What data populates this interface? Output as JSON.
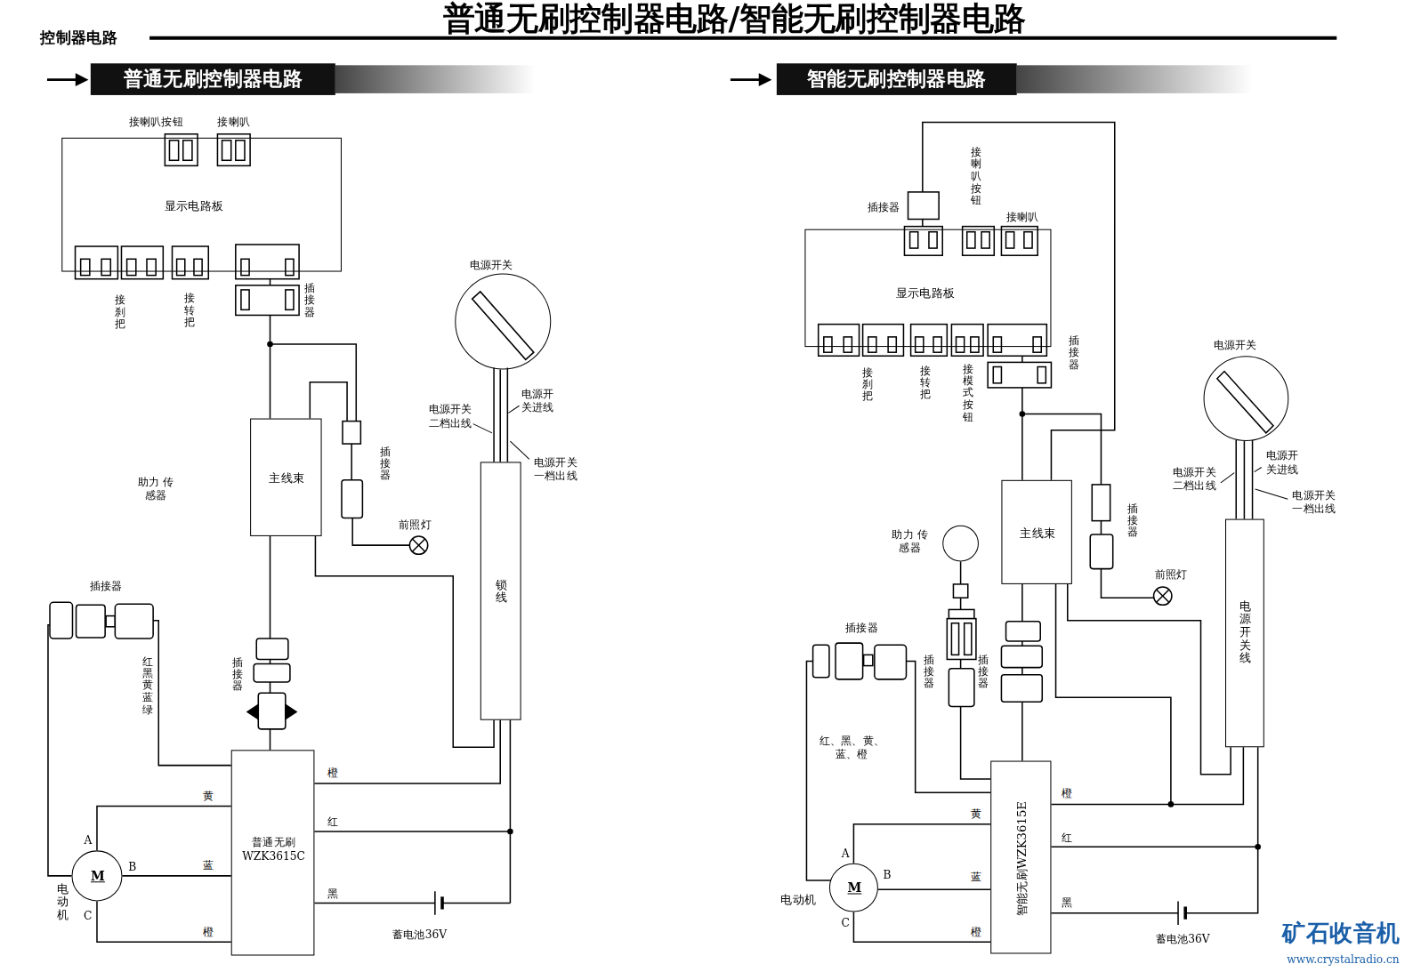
{
  "diagram": {
    "title": "普通无刷控制器电路/智能无刷控制器电路",
    "nodes": [
      {
        "text": [
          "普通无刷控制器电路"
        ]
      },
      {
        "text": [
          "显示电路板"
        ]
      },
      {
        "text": [
          "主线束"
        ]
      },
      {
        "text": [
          "电源开关"
        ]
      },
      {
        "text": [
          "锁线"
        ]
      },
      {
        "text": [
          "普通无刷 WZK3615C"
        ]
      },
      {
        "text": [
          "M",
          "电动机"
        ]
      },
      {
        "text": [
          "智能无刷控制器电路"
        ]
      },
      {
        "text": [
          "显示电路板"
        ]
      },
      {
        "text": [
          "主线束"
        ]
      },
      {
        "text": [
          "助力 传感器"
        ]
      },
      {
        "text": [
          "电源开关"
        ]
      },
      {
        "text": [
          "电源开关线"
        ]
      },
      {
        "text": [
          "智能无刷WZK3615E"
        ]
      },
      {
        "text": [
          "M",
          "电动机"
        ]
      }
    ],
    "edges": [
      {
        "from": 1,
        "to": 2,
        "arrow": "none"
      },
      {
        "from": 2,
        "to": 4,
        "arrow": "none"
      },
      {
        "from": 3,
        "to": 4,
        "arrow": "none"
      },
      {
        "from": 2,
        "to": 5,
        "arrow": "none"
      },
      {
        "from": 4,
        "to": 5,
        "label": "橙",
        "arrow": "none"
      },
      {
        "from": 6,
        "to": 5,
        "label": "黄",
        "arrow": "none"
      },
      {
        "from": 6,
        "to": 5,
        "label": "蓝",
        "arrow": "none"
      },
      {
        "from": 6,
        "to": 5,
        "label": "橙",
        "arrow": "none"
      },
      {
        "from": 8,
        "to": 9,
        "arrow": "none"
      },
      {
        "from": 11,
        "to": 12,
        "arrow": "none"
      },
      {
        "from": 9,
        "to": 12,
        "arrow": "none"
      },
      {
        "from": 9,
        "to": 13,
        "arrow": "none"
      },
      {
        "from": 12,
        "to": 13,
        "label": "橙",
        "arrow": "none"
      },
      {
        "from": 10,
        "to": 13,
        "arrow": "none"
      },
      {
        "from": 14,
        "to": 13,
        "label": "黄",
        "arrow": "none"
      },
      {
        "from": 14,
        "to": 13,
        "label": "蓝",
        "arrow": "none"
      },
      {
        "from": 14,
        "to": 13,
        "label": "橙",
        "arrow": "none"
      }
    ],
    "labels": [
      "控制器电路",
      "接喇叭按钮",
      "接喇叭",
      "接刹把",
      "接转把",
      "插接器",
      "插接器",
      "前照灯",
      "助力 传感器",
      "电源开关 二档出线",
      "电源开 关进线",
      "电源开关 一档出线",
      "插接器",
      "插接器",
      "红黑黄蓝绿",
      "A",
      "B",
      "C",
      "红",
      "黑",
      "蓄电池36V",
      "插接器",
      "接喇叭按钮",
      "接喇叭",
      "接刹把",
      "接转把",
      "接模式按钮",
      "插接器",
      "插接器",
      "前照灯",
      "插接器",
      "插接器",
      "插接器",
      "红、黑、黄、 蓝、橙",
      "电源开关 二档出线",
      "电源开 关进线",
      "电源开关 一档出线",
      "A",
      "B",
      "C",
      "红",
      "黑",
      "蓄电池36V",
      "矿石收音机",
      "www.crystalradio.cn"
    ]
  }
}
